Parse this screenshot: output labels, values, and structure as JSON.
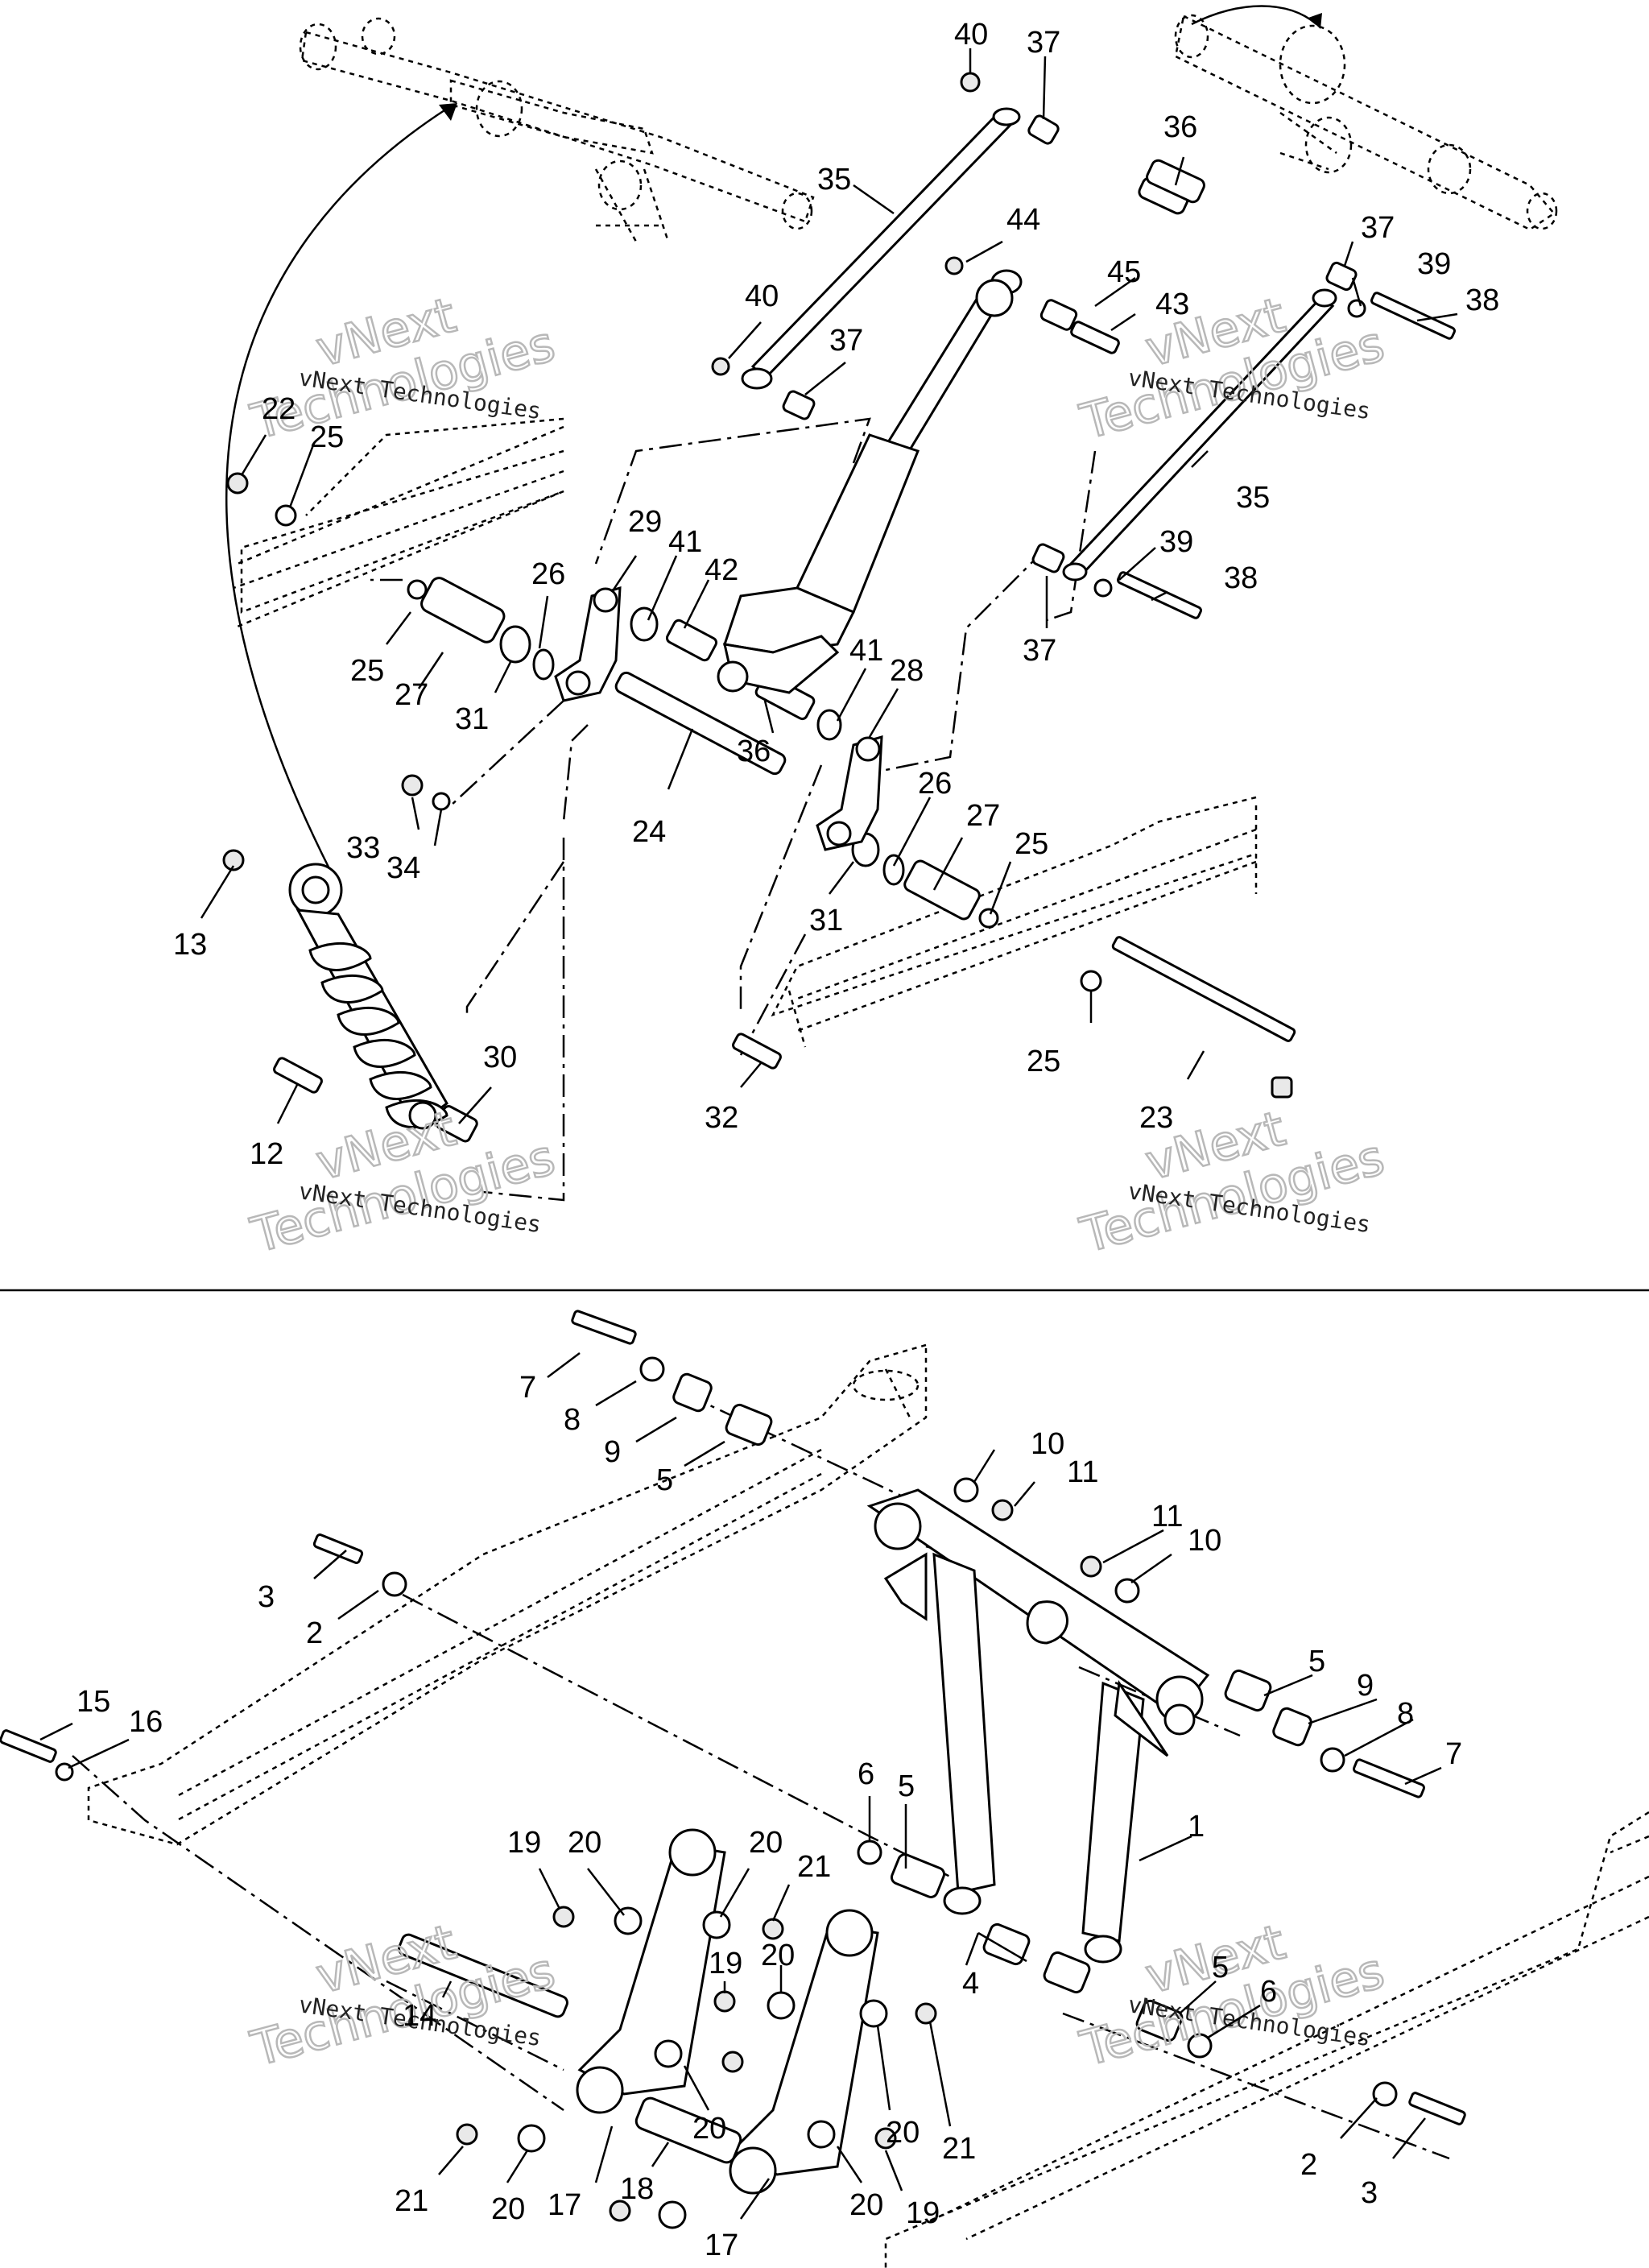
{
  "watermark": {
    "line_small": "vNext Technologies",
    "big_1": "vNext",
    "big_2": "Technologies"
  },
  "callouts": {
    "c40a": "40",
    "c37a": "37",
    "c36a": "36",
    "c35a": "35",
    "c44": "44",
    "c45": "45",
    "c43": "43",
    "c40b": "40",
    "c37b": "37",
    "c37c": "37",
    "c39a": "39",
    "c38a": "38",
    "c22": "22",
    "c25a": "25",
    "c35b": "35",
    "c29": "29",
    "c41a": "41",
    "c42": "42",
    "c26a": "26",
    "c39b": "39",
    "c38b": "38",
    "c25b": "25",
    "c27a": "27",
    "c31a": "31",
    "c37d": "37",
    "c41b": "41",
    "c28": "28",
    "c36b": "36",
    "c33": "33",
    "c34": "34",
    "c24": "24",
    "c26b": "26",
    "c27b": "27",
    "c25c": "25",
    "c31b": "31",
    "c13": "13",
    "c30": "30",
    "c25d": "25",
    "c12": "12",
    "c32": "32",
    "c23": "23",
    "d7a": "7",
    "d8a": "8",
    "d9a": "9",
    "d5a": "5",
    "d10a": "10",
    "d11a": "11",
    "d11b": "11",
    "d10b": "10",
    "d3a": "3",
    "d2a": "2",
    "d5b": "5",
    "d9b": "9",
    "d8b": "8",
    "d7b": "7",
    "d15": "15",
    "d16": "16",
    "d6a": "6",
    "d5c": "5",
    "d1": "1",
    "d19a": "19",
    "d20a": "20",
    "d20b": "20",
    "d21a": "21",
    "d19b": "19",
    "d20c": "20",
    "d4": "4",
    "d5d": "5",
    "d6b": "6",
    "d14": "14",
    "d20d": "20",
    "d20e": "20",
    "d21b": "21",
    "d21c": "21",
    "d20f": "20",
    "d17a": "17",
    "d18": "18",
    "d20g": "20",
    "d19c": "19",
    "d2b": "2",
    "d3b": "3",
    "d17b": "17"
  }
}
